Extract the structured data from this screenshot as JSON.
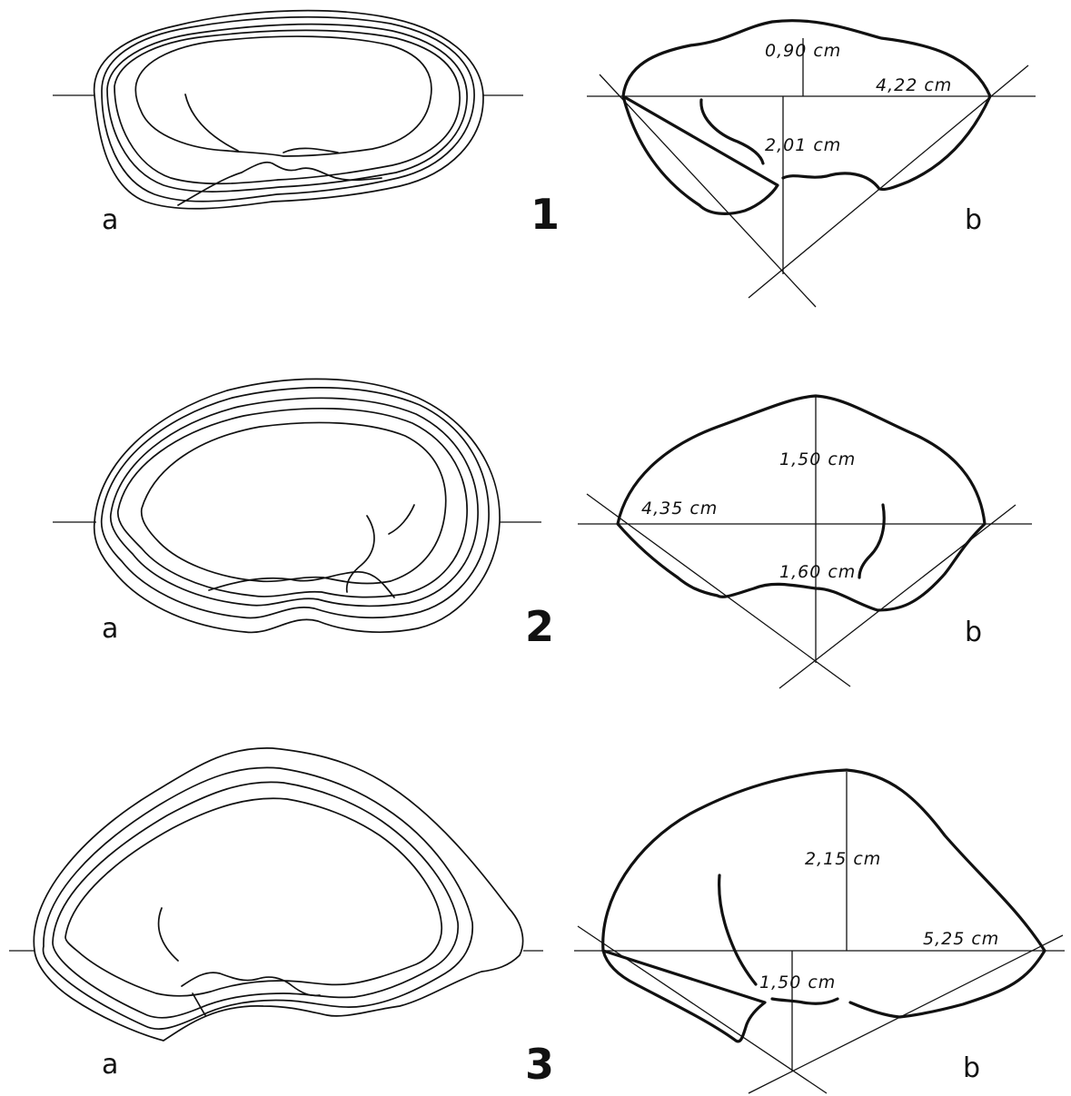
{
  "figures": [
    {
      "number": "1",
      "panel_a_label": "a",
      "panel_b_label": "b",
      "measurements": {
        "height": "0,90 cm",
        "width": "4,22 cm",
        "depth": "2,01 cm"
      }
    },
    {
      "number": "2",
      "panel_a_label": "a",
      "panel_b_label": "b",
      "measurements": {
        "height": "1,50 cm",
        "width": "4,35 cm",
        "depth": "1,60 cm"
      }
    },
    {
      "number": "3",
      "panel_a_label": "a",
      "panel_b_label": "b",
      "measurements": {
        "height": "2,15 cm",
        "width": "5,25 cm",
        "depth": "1,50 cm"
      }
    }
  ]
}
